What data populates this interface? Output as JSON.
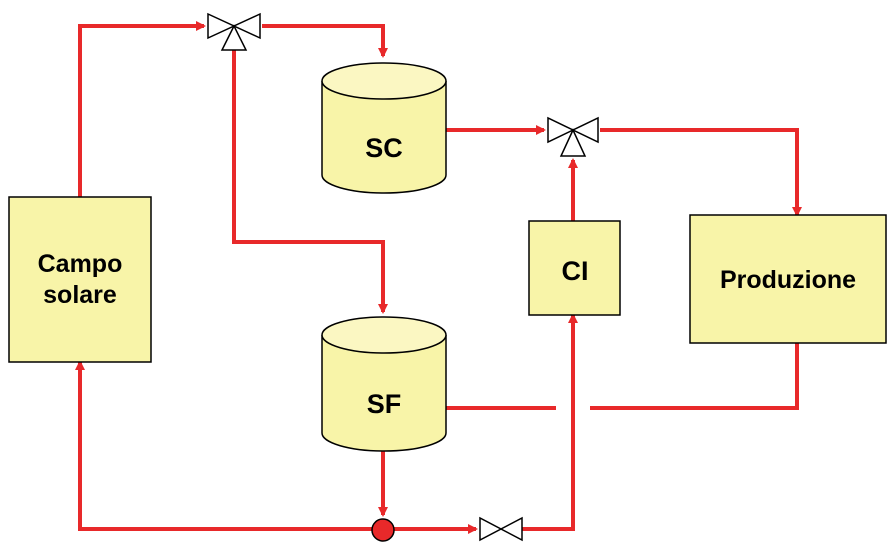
{
  "diagram": {
    "nodes": {
      "campo_solare": {
        "line1": "Campo",
        "line2": "solare"
      },
      "sc": {
        "label": "SC"
      },
      "sf": {
        "label": "SF"
      },
      "ci": {
        "label": "CI"
      },
      "produzione": {
        "label": "Produzione"
      }
    },
    "colors": {
      "pipe": "#e8292a",
      "node_fill": "#f8f4a8",
      "tank_top": "#fbf7c2",
      "outline": "#000000",
      "pump": "#e8292a"
    },
    "icons": {
      "valve": "three-way-valve-icon",
      "valve_two_way": "two-way-valve-icon",
      "pump": "pump-icon"
    }
  }
}
